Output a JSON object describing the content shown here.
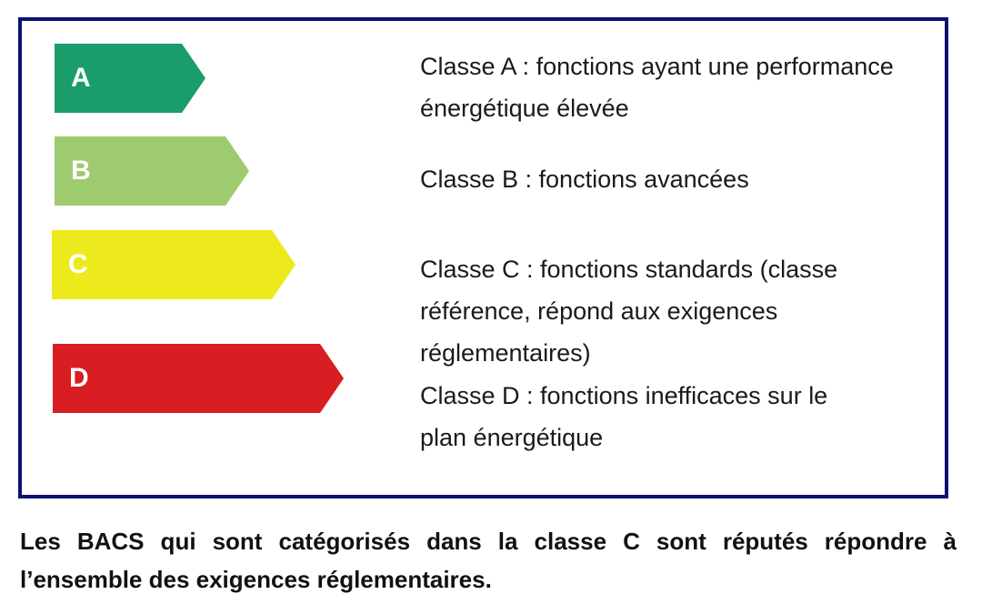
{
  "classes": [
    {
      "letter": "A",
      "color": "#1a9c6b",
      "description": "Classe A : fonctions ayant une performance énergétique élevée"
    },
    {
      "letter": "B",
      "color": "#9ecb6f",
      "description": "Classe B : fonctions avancées"
    },
    {
      "letter": "C",
      "color": "#ecea1c",
      "description": "Classe C : fonctions standards (classe référence, répond aux exigences réglementaires)"
    },
    {
      "letter": "D",
      "color": "#d81e22",
      "description": "Classe D : fonctions inefficaces sur le plan énergétique"
    }
  ],
  "caption": "Les BACS qui sont catégorisés dans la classe C sont réputés répondre à l’ensemble des exigences réglementaires.",
  "frame_color": "#0a1172"
}
